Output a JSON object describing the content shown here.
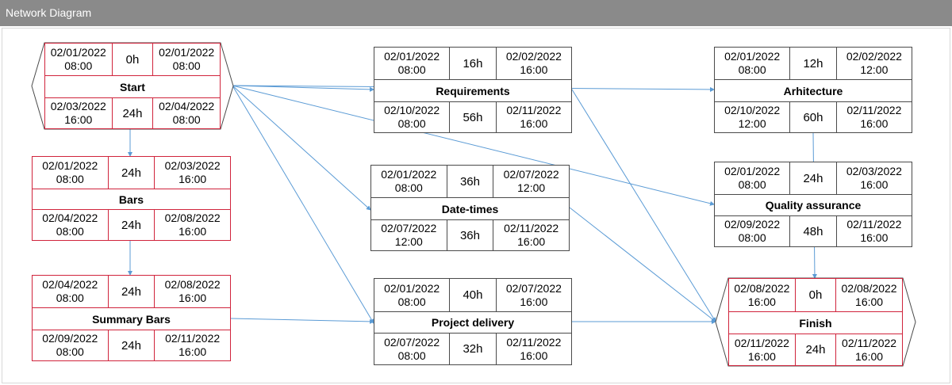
{
  "title": "Network Diagram",
  "colors": {
    "critical_border": "#d0243c",
    "normal_border": "#4a4a4a",
    "link": "#5b9bd5",
    "titlebar": "#8a8a8a"
  },
  "tasks": [
    {
      "id": "start",
      "name": "Start",
      "es": "02/01/2022\n08:00",
      "duration": "0h",
      "ef": "02/01/2022\n08:00",
      "ls": "02/03/2022\n16:00",
      "slack": "24h",
      "lf": "02/04/2022\n08:00",
      "critical": true,
      "milestone": true
    },
    {
      "id": "bars",
      "name": "Bars",
      "es": "02/01/2022\n08:00",
      "duration": "24h",
      "ef": "02/03/2022\n16:00",
      "ls": "02/04/2022\n08:00",
      "slack": "24h",
      "lf": "02/08/2022\n16:00",
      "critical": true,
      "milestone": false
    },
    {
      "id": "summary",
      "name": "Summary Bars",
      "es": "02/04/2022\n08:00",
      "duration": "24h",
      "ef": "02/08/2022\n16:00",
      "ls": "02/09/2022\n08:00",
      "slack": "24h",
      "lf": "02/11/2022\n16:00",
      "critical": true,
      "milestone": false
    },
    {
      "id": "requirements",
      "name": "Requirements",
      "es": "02/01/2022\n08:00",
      "duration": "16h",
      "ef": "02/02/2022\n16:00",
      "ls": "02/10/2022\n08:00",
      "slack": "56h",
      "lf": "02/11/2022\n16:00",
      "critical": false,
      "milestone": false
    },
    {
      "id": "datetimes",
      "name": "Date-times",
      "es": "02/01/2022\n08:00",
      "duration": "36h",
      "ef": "02/07/2022\n12:00",
      "ls": "02/07/2022\n12:00",
      "slack": "36h",
      "lf": "02/11/2022\n16:00",
      "critical": false,
      "milestone": false
    },
    {
      "id": "delivery",
      "name": "Project delivery",
      "es": "02/01/2022\n08:00",
      "duration": "40h",
      "ef": "02/07/2022\n16:00",
      "ls": "02/07/2022\n08:00",
      "slack": "32h",
      "lf": "02/11/2022\n16:00",
      "critical": false,
      "milestone": false
    },
    {
      "id": "architecture",
      "name": "Arhitecture",
      "es": "02/01/2022\n08:00",
      "duration": "12h",
      "ef": "02/02/2022\n12:00",
      "ls": "02/10/2022\n12:00",
      "slack": "60h",
      "lf": "02/11/2022\n16:00",
      "critical": false,
      "milestone": false
    },
    {
      "id": "qa",
      "name": "Quality assurance",
      "es": "02/01/2022\n08:00",
      "duration": "24h",
      "ef": "02/03/2022\n16:00",
      "ls": "02/09/2022\n08:00",
      "slack": "48h",
      "lf": "02/11/2022\n16:00",
      "critical": false,
      "milestone": false
    },
    {
      "id": "finish",
      "name": "Finish",
      "es": "02/08/2022\n16:00",
      "duration": "0h",
      "ef": "02/08/2022\n16:00",
      "ls": "02/11/2022\n16:00",
      "slack": "24h",
      "lf": "02/11/2022\n16:00",
      "critical": true,
      "milestone": true
    }
  ],
  "links": [
    {
      "from": "start",
      "to": "bars"
    },
    {
      "from": "bars",
      "to": "summary"
    },
    {
      "from": "start",
      "to": "requirements"
    },
    {
      "from": "start",
      "to": "datetimes"
    },
    {
      "from": "start",
      "to": "delivery"
    },
    {
      "from": "start",
      "to": "architecture"
    },
    {
      "from": "start",
      "to": "qa"
    },
    {
      "from": "summary",
      "to": "delivery"
    },
    {
      "from": "requirements",
      "to": "finish"
    },
    {
      "from": "datetimes",
      "to": "finish"
    },
    {
      "from": "delivery",
      "to": "finish"
    },
    {
      "from": "architecture",
      "to": "finish"
    }
  ]
}
